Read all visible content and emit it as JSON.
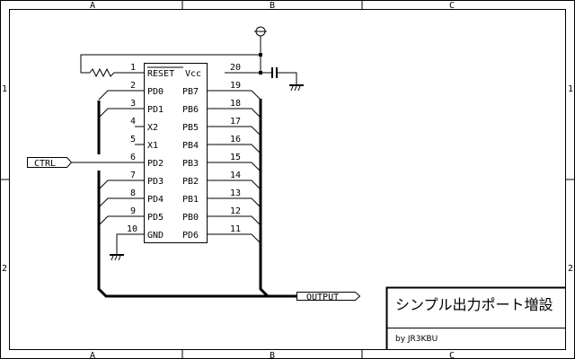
{
  "frame": {
    "columns": [
      "A",
      "B",
      "C"
    ],
    "rows": [
      "1",
      "2"
    ]
  },
  "ic": {
    "left_pins": [
      {
        "num": "1",
        "name": "RESET",
        "overbar": true
      },
      {
        "num": "2",
        "name": "PD0"
      },
      {
        "num": "3",
        "name": "PD1"
      },
      {
        "num": "4",
        "name": "X2"
      },
      {
        "num": "5",
        "name": "X1"
      },
      {
        "num": "6",
        "name": "PD2"
      },
      {
        "num": "7",
        "name": "PD3"
      },
      {
        "num": "8",
        "name": "PD4"
      },
      {
        "num": "9",
        "name": "PD5"
      },
      {
        "num": "10",
        "name": "GND"
      }
    ],
    "right_pins": [
      {
        "num": "20",
        "name": "Vcc"
      },
      {
        "num": "19",
        "name": "PB7"
      },
      {
        "num": "18",
        "name": "PB6"
      },
      {
        "num": "17",
        "name": "PB5"
      },
      {
        "num": "16",
        "name": "PB4"
      },
      {
        "num": "15",
        "name": "PB3"
      },
      {
        "num": "14",
        "name": "PB2"
      },
      {
        "num": "13",
        "name": "PB1"
      },
      {
        "num": "12",
        "name": "PB0"
      },
      {
        "num": "11",
        "name": "PD6"
      }
    ]
  },
  "labels": {
    "ctrl": "CTRL",
    "output": "OUTPUT"
  },
  "title_block": {
    "title": "シンプル出力ポート増設",
    "author": "by JR3KBU"
  }
}
